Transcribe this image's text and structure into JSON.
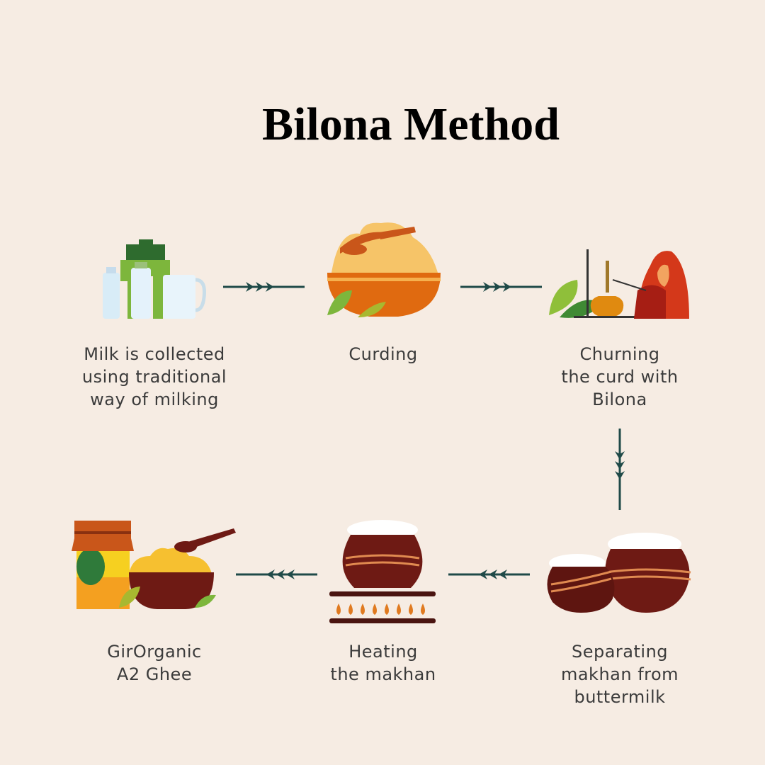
{
  "title": "Bilona Method",
  "steps": [
    {
      "lines": [
        "Milk is collected",
        "using traditional",
        "way of milking"
      ],
      "icon": "milk-cans-icon"
    },
    {
      "lines": [
        "Curding"
      ],
      "icon": "curd-bowl-icon"
    },
    {
      "lines": [
        "Churning",
        "the curd with",
        "Bilona"
      ],
      "icon": "churning-woman-icon"
    },
    {
      "lines": [
        "Separating",
        "makhan from",
        "buttermilk"
      ],
      "icon": "makhan-pots-icon"
    },
    {
      "lines": [
        "Heating",
        "the makhan"
      ],
      "icon": "heating-pot-icon"
    },
    {
      "lines": [
        "GirOrganic",
        "A2 Ghee"
      ],
      "icon": "ghee-jar-icon"
    }
  ],
  "colors": {
    "background": "#f6ece3",
    "arrow": "#1f4a48",
    "orange": "#e06a10",
    "green": "#6aa534",
    "maroon": "#6e1a14"
  }
}
